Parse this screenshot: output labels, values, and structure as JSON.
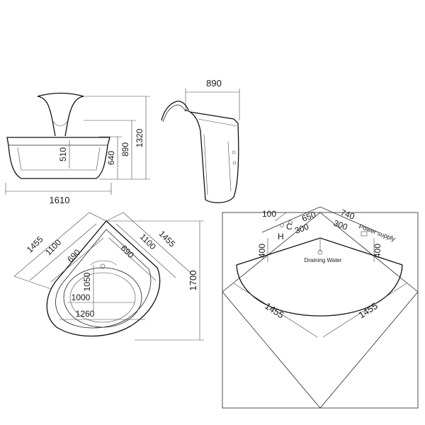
{
  "front_view": {
    "width": "1610",
    "inner_depth": "510",
    "rim_height": "640",
    "total_height": "890",
    "overall_height": "1320"
  },
  "side_view": {
    "depth": "890"
  },
  "plan_view": {
    "side_a": "1455",
    "side_b": "1455",
    "inner_a": "1100",
    "inner_b": "1100",
    "seat_a": "690",
    "seat_b": "690",
    "bowl_depth": "1050",
    "bowl_width": "1000",
    "outer_width": "1260",
    "diagonal": "1700"
  },
  "install_view": {
    "supply_offset": "100",
    "cold_label": "C",
    "hot_label": "H",
    "pipe_height": "650",
    "depth_740": "740",
    "drain_offset_a": "300",
    "drain_offset_b": "300",
    "power_label": "Power supply",
    "height_left": "400",
    "height_right": "400",
    "drain_label": "Draining Water",
    "wall_a": "1455",
    "wall_b": "1455"
  }
}
